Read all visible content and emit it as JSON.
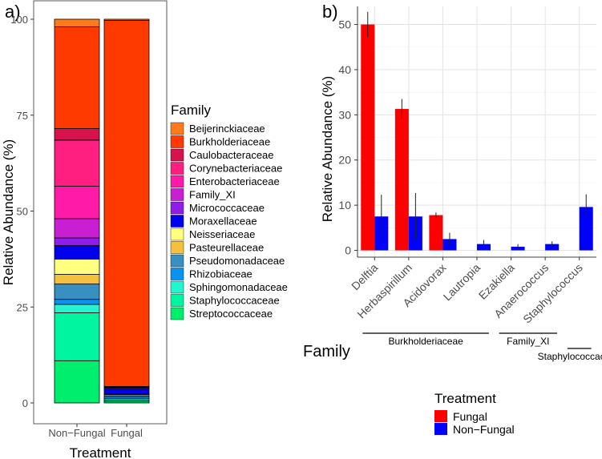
{
  "chart_data": [
    {
      "panel": "a)",
      "type": "bar",
      "stacked": true,
      "xlabel": "Treatment",
      "ylabel": "Relative Abundance (%)",
      "ylim": [
        0,
        100
      ],
      "yticks": [
        "0",
        "25",
        "50",
        "75",
        "100"
      ],
      "categories": [
        "Non−Fungal",
        "Fungal"
      ],
      "legend_title": "Family",
      "legend_position": "right",
      "series": [
        {
          "name": "Streptococcaceae",
          "color": "#00ee6e",
          "values": [
            11,
            0.4
          ]
        },
        {
          "name": "Staphylococcaceae",
          "color": "#00f5a0",
          "values": [
            12.5,
            0.4
          ]
        },
        {
          "name": "Sphingomonadaceae",
          "color": "#22f5d0",
          "values": [
            2.2,
            0.4
          ]
        },
        {
          "name": "Rhizobiaceae",
          "color": "#0a92f0",
          "values": [
            1.3,
            0.5
          ]
        },
        {
          "name": "Pseudomonadaceae",
          "color": "#3790c0",
          "values": [
            4,
            0.5
          ]
        },
        {
          "name": "Pasteurellaceae",
          "color": "#f4c13e",
          "values": [
            2.5,
            0.1
          ]
        },
        {
          "name": "Neisseriaceae",
          "color": "#ffff80",
          "values": [
            4,
            0.1
          ]
        },
        {
          "name": "Moraxellaceae",
          "color": "#0000ee",
          "values": [
            3.5,
            1.2
          ]
        },
        {
          "name": "Micrococcaceae",
          "color": "#8f1de8",
          "values": [
            2,
            0.3
          ]
        },
        {
          "name": "Family_XI",
          "color": "#c81fd2",
          "values": [
            5,
            0.1
          ]
        },
        {
          "name": "Enterobacteriaceae",
          "color": "#ff1aa8",
          "values": [
            8.5,
            0.1
          ]
        },
        {
          "name": "Corynebacteriaceae",
          "color": "#ff1f80",
          "values": [
            12,
            0.1
          ]
        },
        {
          "name": "Caulobacteraceae",
          "color": "#d8124c",
          "values": [
            3,
            0.1
          ]
        },
        {
          "name": "Burkholderiaceae",
          "color": "#ff3a00",
          "values": [
            26.5,
            95.4
          ]
        },
        {
          "name": "Beijerinckiaceae",
          "color": "#ff7a1a",
          "values": [
            2,
            0.3
          ]
        }
      ]
    },
    {
      "panel": "b)",
      "type": "bar",
      "grouped": true,
      "ylabel": "Relative Abundance (%)",
      "ylim": [
        -1.5,
        54
      ],
      "yticks": [
        "0",
        "10",
        "20",
        "30",
        "40",
        "50"
      ],
      "categories": [
        "Delftia",
        "Herbaspirillum",
        "Acidovorax",
        "Lautropia",
        "Ezakiella",
        "Anaerococcus",
        "Staphylococcus"
      ],
      "legend_title": "Treatment",
      "legend_position": "bottom",
      "series": [
        {
          "name": "Fungal",
          "color": "#ff0000",
          "values": [
            50,
            31.3,
            7.8,
            null,
            null,
            null,
            null
          ],
          "errors": [
            2.8,
            2.2,
            0.6,
            null,
            null,
            null,
            null
          ]
        },
        {
          "name": "Non−Fungal",
          "color": "#0000ff",
          "values": [
            7.5,
            7.5,
            2.5,
            1.4,
            0.8,
            1.4,
            9.6
          ],
          "errors": [
            4.8,
            5.2,
            1.4,
            0.9,
            0.6,
            0.6,
            2.8
          ]
        }
      ],
      "family_axis_label": "Family",
      "family_groups": [
        {
          "name": "Burkholderiaceae",
          "from": 0,
          "to": 3
        },
        {
          "name": "Family_XI",
          "from": 4,
          "to": 5
        },
        {
          "name": "Staphylococcaceae",
          "from": 6,
          "to": 6
        }
      ]
    }
  ]
}
